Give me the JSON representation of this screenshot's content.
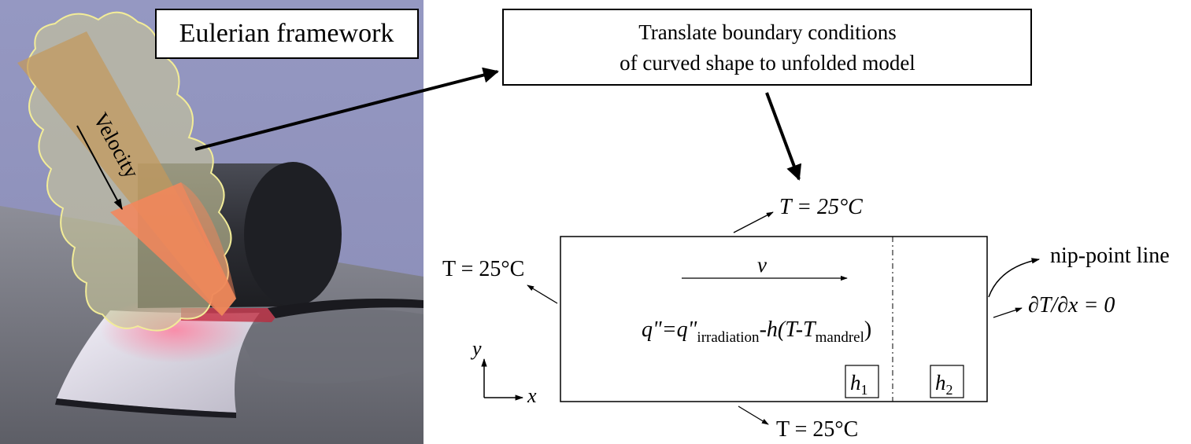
{
  "render_panel": {
    "framework_label": "Eulerian framework",
    "velocity_label": "Velocity"
  },
  "flow_box": {
    "line1": "Translate boundary conditions",
    "line2": "of curved shape to unfolded model"
  },
  "model": {
    "bc_top": "T = 25°C",
    "bc_left": "T = 25°C",
    "bc_bottom": "T = 25°C",
    "bc_right": "∂T/∂x = 0",
    "nip_label": "nip-point line",
    "velocity_symbol": "v",
    "flux": {
      "q": "q\"=q\"",
      "irr_sub": "irradiation",
      "mid": "-h(T-T",
      "mandrel_sub": "mandrel",
      "close": ")"
    },
    "h1": {
      "base": "h",
      "sub": "1"
    },
    "h2": {
      "base": "h",
      "sub": "2"
    },
    "axis_x": "x",
    "axis_y": "y"
  },
  "colors": {
    "background_purple": "#9a9cc4",
    "floor": "#7a7b87",
    "cylinder": "#2a2b31",
    "cloud_fill": "#c9c69c",
    "cloud_stroke": "#f0ea9a",
    "plate": "#c49c6a",
    "hot_orange": "#f2875a",
    "laminate": "#e6e3ef"
  }
}
